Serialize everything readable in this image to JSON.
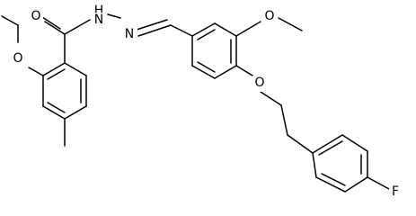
{
  "molecule": {
    "atom_labels": {
      "carbonyl_oxygen": "O",
      "hydrazide_nh": "H",
      "hydrazide_n_left": "N",
      "imine_n": "N",
      "methoxy_o_left": "O",
      "methoxy_o_right": "O",
      "ether_o": "O",
      "fluorine": "F"
    },
    "colors": {
      "bond": "#000000",
      "text": "#000000",
      "background": "#ffffff"
    }
  }
}
